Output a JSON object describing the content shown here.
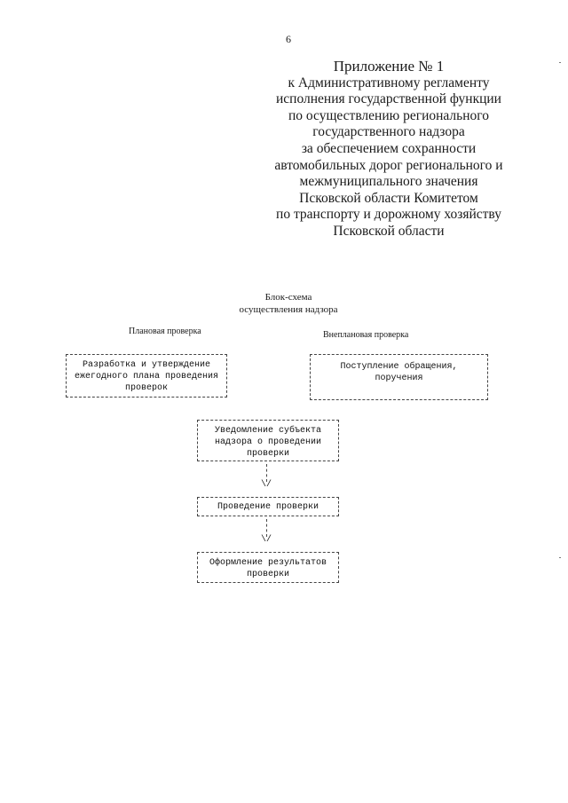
{
  "page_number": "6",
  "annex_lines": [
    "Приложение № 1",
    "к Административному регламенту",
    "исполнения государственной функции",
    "по осуществлению регионального",
    "государственного надзора",
    "за обеспечением сохранности",
    "автомобильных дорог регионального и",
    "межмуниципального значения",
    "Псковской области Комитетом",
    "по транспорту и дорожному хозяйству",
    "Псковской области"
  ],
  "scheme_title": [
    "Блок-схема",
    "осуществления надзора"
  ],
  "columns": {
    "planned": "Плановая проверка",
    "unplanned": "Внеплановая проверка"
  },
  "boxes": {
    "plan": [
      "Разработка и утверждение",
      "ежегодного плана проведения",
      "проверок"
    ],
    "appeal": [
      "Поступление обращения,",
      "поручения"
    ],
    "notify": [
      "Уведомление субъекта",
      "надзора о проведении",
      "проверки"
    ],
    "conduct": [
      "Проведение проверки"
    ],
    "results": [
      "Оформление результатов",
      "проверки"
    ]
  },
  "arrow_glyph": "\\/"
}
